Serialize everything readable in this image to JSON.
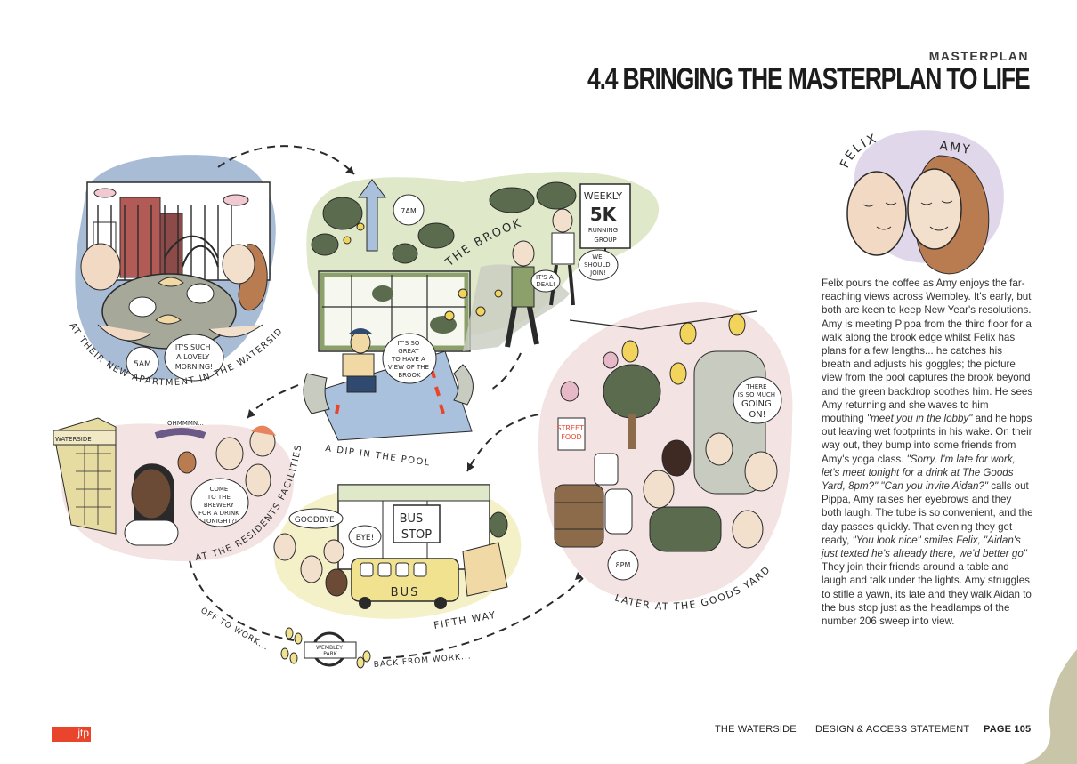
{
  "header": {
    "kicker": "MASTERPLAN",
    "title": "4.4 BRINGING THE MASTERPLAN TO LIFE"
  },
  "characters": {
    "felix": "FELIX",
    "amy": "AMY"
  },
  "scenes": {
    "apartment": {
      "caption": "AT THEIR NEW APARTMENT IN THE WATERSIDE",
      "time": "5AM",
      "speech": [
        "IT'S SUCH",
        "A LOVELY",
        "MORNING!"
      ]
    },
    "brook": {
      "label": "THE BROOK",
      "time": "7AM",
      "sign": [
        "WEEKLY",
        "5K",
        "RUNNING",
        "GROUP"
      ],
      "speech_a": [
        "IT'S A",
        "DEAL!"
      ],
      "speech_b": [
        "WE",
        "SHOULD",
        "JOIN!"
      ]
    },
    "pool": {
      "caption": "A DIP IN THE POOL",
      "speech": [
        "IT'S SO",
        "GREAT",
        "TO HAVE A",
        "VIEW OF THE",
        "BROOK"
      ]
    },
    "residents": {
      "caption": "AT THE RESIDENTS FACILITIES",
      "building_sign": "WATERSIDE",
      "hum": "OHMMMN...",
      "speech": [
        "COME",
        "TO THE",
        "BREWERY",
        "FOR A DRINK",
        "TONIGHT?!"
      ]
    },
    "fifth_way": {
      "caption": "FIFTH WAY",
      "speech_a": "GOODBYE!",
      "speech_b": "BYE!",
      "bus_stop": [
        "BUS",
        "STOP"
      ],
      "bus": "BUS"
    },
    "goods_yard": {
      "caption": "LATER AT THE GOODS YARD",
      "time": "8PM",
      "street_food": [
        "STREET",
        "FOOD"
      ],
      "speech": [
        "THERE",
        "IS SO MUCH",
        "GOING",
        "ON!"
      ]
    },
    "journey": {
      "off_to_work": "OFF TO WORK...",
      "back_from_work": "BACK FROM WORK...",
      "station": [
        "WEMBLEY",
        "PARK"
      ]
    }
  },
  "story": [
    {
      "t": "Felix pours the coffee as Amy enjoys the far-reaching views across Wembley. It's early, but both are keen to keep New Year's resolutions. Amy is meeting Pippa from the third floor for a walk along the brook edge whilst Felix has plans for a few lengths... he catches his breath and adjusts his goggles; the picture view from the pool captures the brook beyond and the green backdrop soothes him. He sees Amy returning and she waves to him mouthing ",
      "i": false
    },
    {
      "t": "\"meet you in the lobby\"",
      "i": true
    },
    {
      "t": " and he hops out leaving wet footprints in his wake.  On their way out, they bump into some friends from Amy's yoga class. ",
      "i": false
    },
    {
      "t": "\"Sorry, I'm late for work, let's meet tonight for a drink at The Goods Yard, 8pm?\" \"Can you invite Aidan?\"",
      "i": true
    },
    {
      "t": " calls out Pippa, Amy raises her eyebrows and they both laugh. The tube is so convenient, and the day passes quickly. That evening they get ready, ",
      "i": false
    },
    {
      "t": "\"You look nice\" smiles Felix, \"Aidan's just texted he's already there, we'd better go\"",
      "i": true
    },
    {
      "t": " They join their friends around a table and laugh and talk under the lights. Amy struggles to stifle a yawn, its late and they walk Aidan to the bus stop just as the headlamps of the number 206 sweep into view.",
      "i": false
    }
  ],
  "footer": {
    "logo": "jtp",
    "project": "THE WATERSIDE",
    "document": "DESIGN & ACCESS STATEMENT",
    "page": "PAGE 105"
  },
  "colors": {
    "blue_blob": "#a9bcd6",
    "green_blob": "#dfe9c9",
    "pink_blob": "#f3e3e3",
    "lavender_blob": "#e1d7ea",
    "yellow_blob": "#f4f0c8",
    "accent_red": "#e8452c",
    "corner_shape": "#c9c5a8"
  }
}
